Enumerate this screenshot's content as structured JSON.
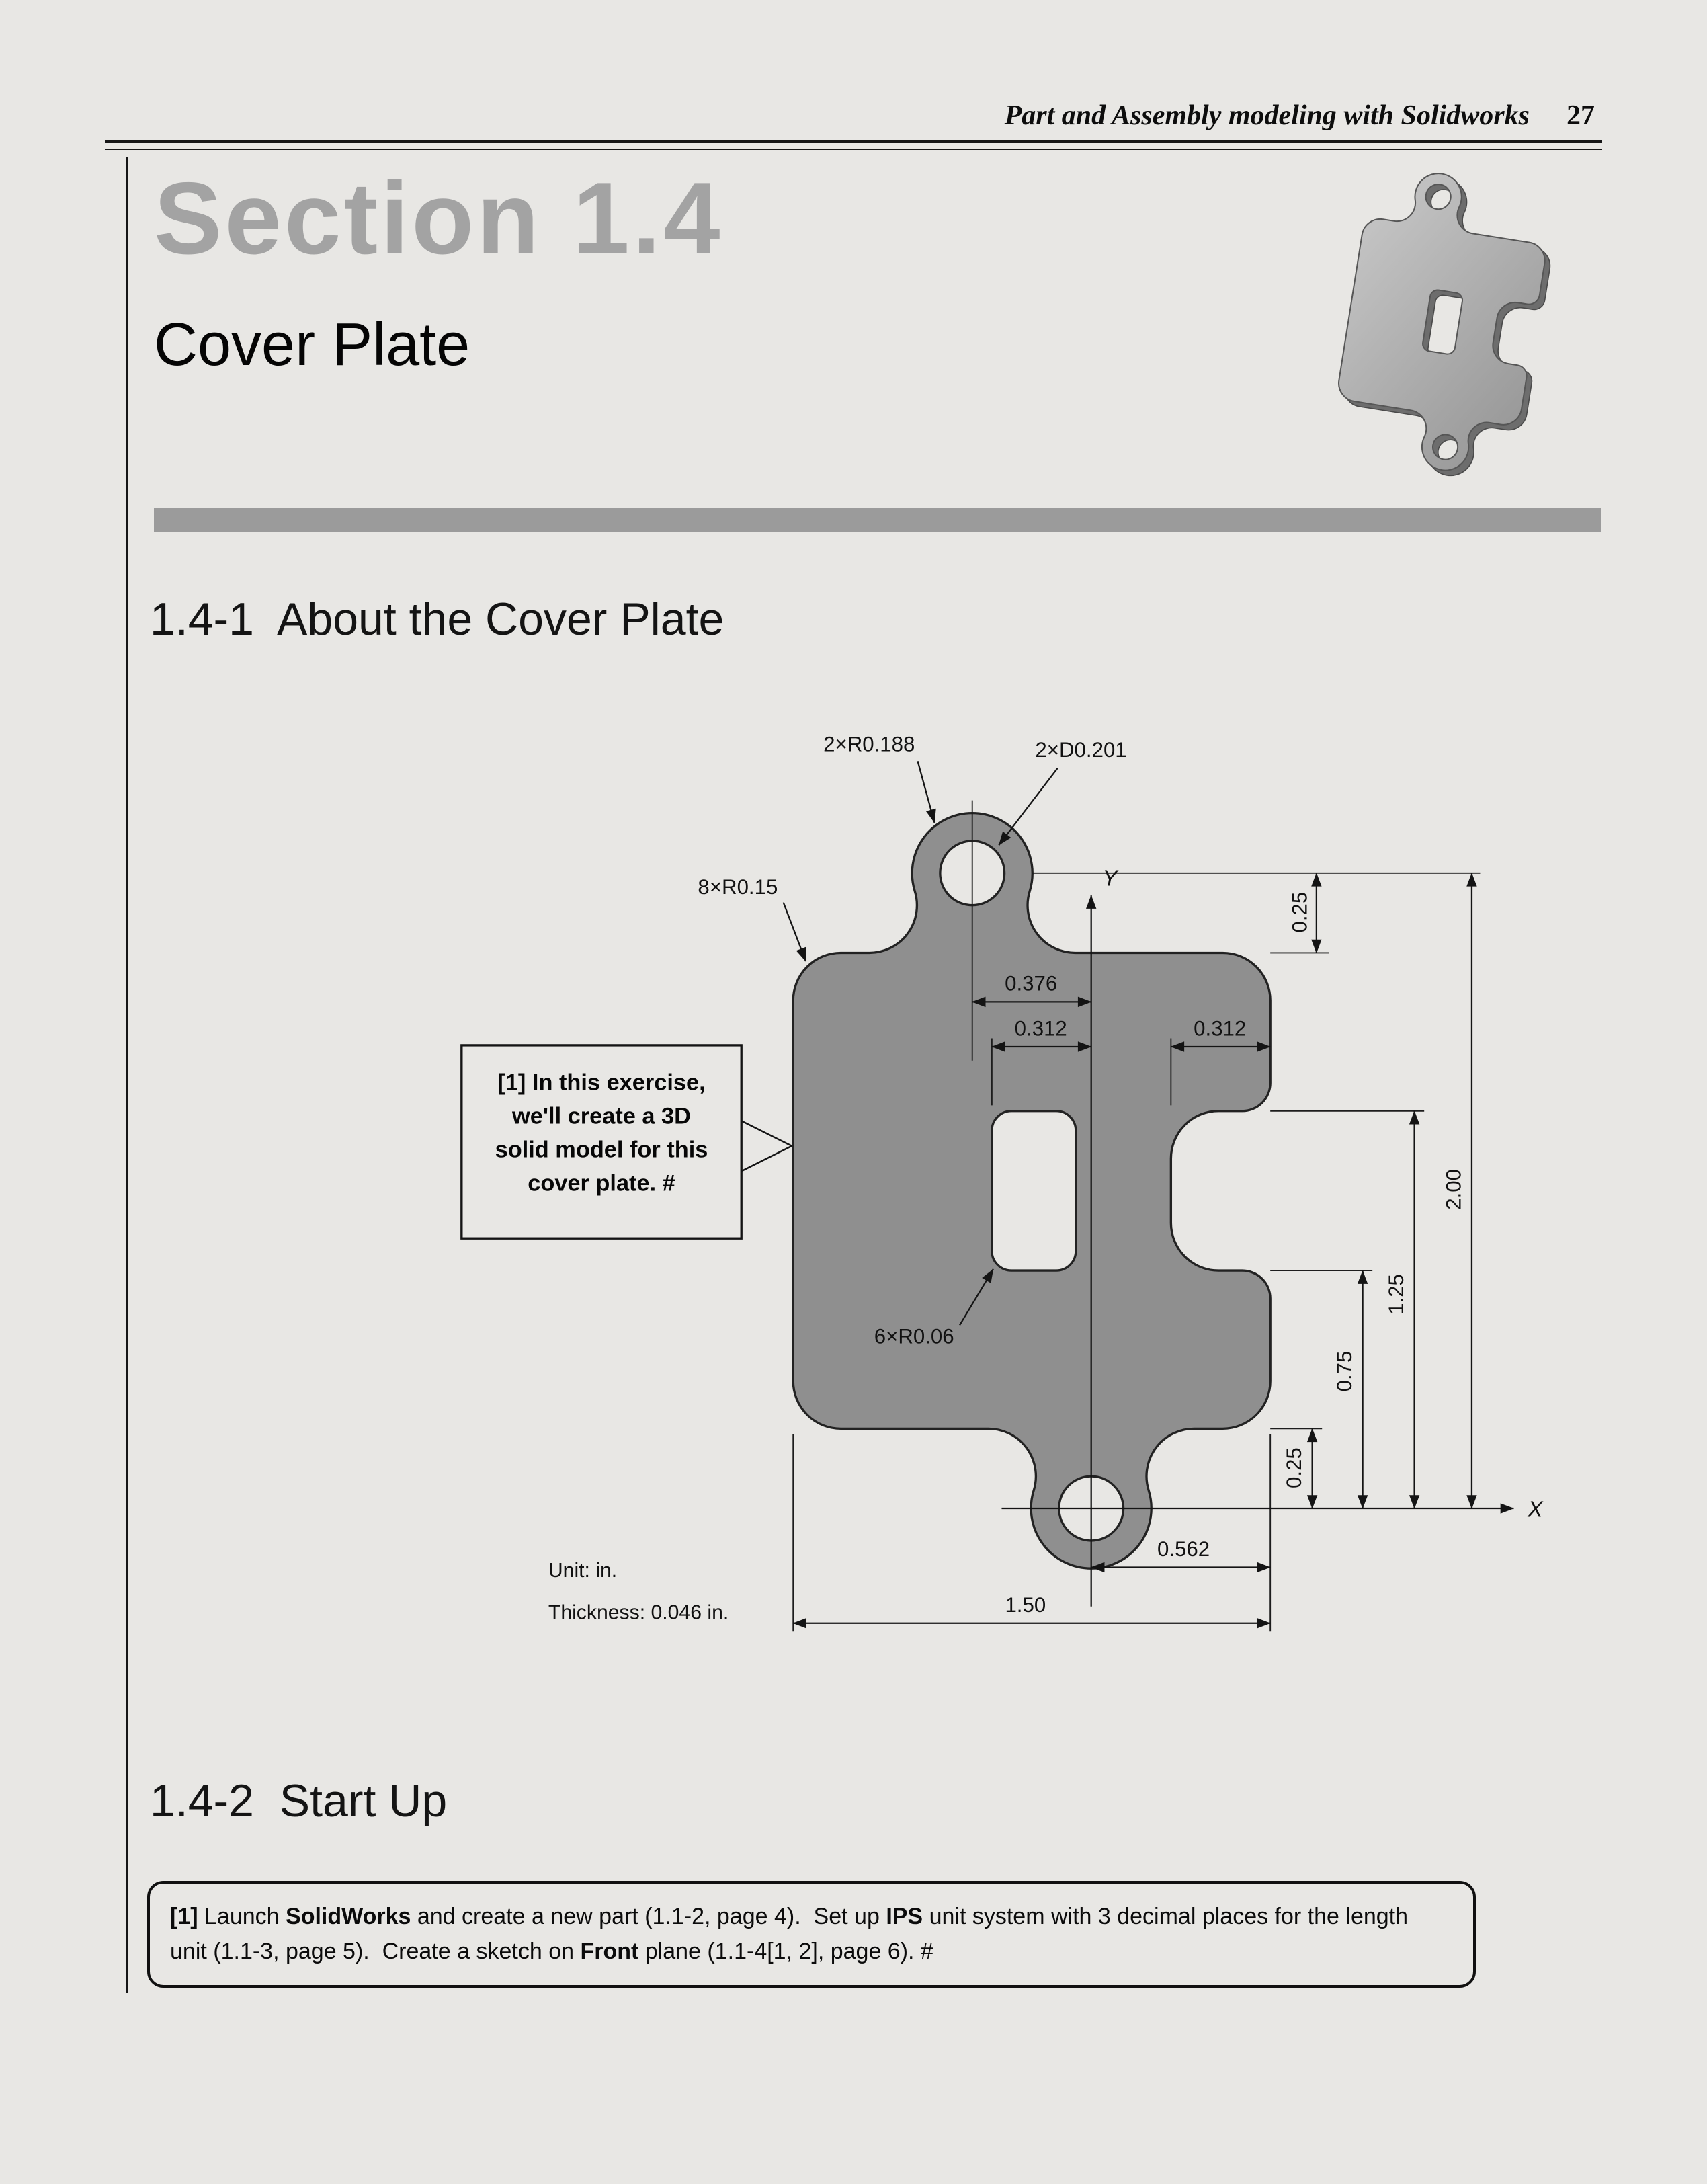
{
  "header": {
    "book_title": "Part and Assembly modeling with Solidworks",
    "page_number": "27"
  },
  "section": {
    "title": "Section 1.4",
    "subtitle": "Cover Plate"
  },
  "headings": {
    "about": "1.4-1  About the Cover Plate",
    "startup": "1.4-2  Start Up"
  },
  "drawing": {
    "dims": {
      "lobe_radius": "2×R0.188",
      "hole_diameter": "2×D0.201",
      "body_fillets": "8×R0.15",
      "cutout_fillets": "6×R0.06",
      "hole_offset": "0.376",
      "cutout_to_axis": "0.312",
      "notch_width": "0.312",
      "top_edge": "0.25",
      "overall_height": "2.00",
      "notch_top": "1.25",
      "notch_bottom": "0.75",
      "bottom_edge": "0.25",
      "axis_to_right": "0.562",
      "overall_width": "1.50"
    },
    "axes": {
      "x": "X",
      "y": "Y"
    },
    "callout": {
      "line1": "[1] In this exercise,",
      "line2": "we'll create a 3D",
      "line3": "solid model for this",
      "line4": "cover plate. #"
    },
    "notes": {
      "unit": "Unit: in.",
      "thickness": "Thickness: 0.046 in."
    }
  },
  "startup_box": {
    "s1": "[1]",
    "s2": " Launch ",
    "b1": "SolidWorks",
    "s3": " and create a new part (1.1-2, page 4).  Set up ",
    "b2": "IPS",
    "s4": " unit system with 3 decimal places for the length unit (1.1-3, page 5).  Create a sketch on ",
    "b3": "Front",
    "s5": " plane (1.1-4[1, 2], page 6). #"
  }
}
